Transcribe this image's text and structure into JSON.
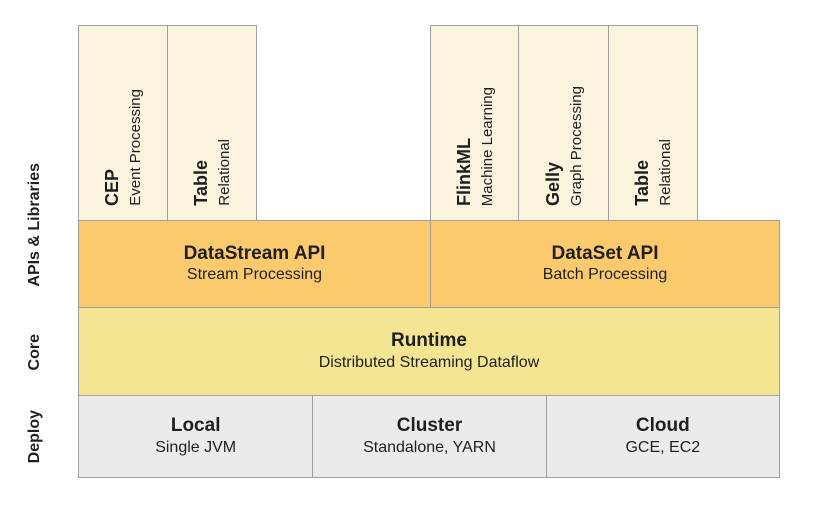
{
  "side_labels": {
    "apis_libraries": "APIs & Libraries",
    "core": "Core",
    "deploy": "Deploy"
  },
  "libraries": {
    "stream_group": [
      {
        "name": "CEP",
        "subtitle": "Event Processing"
      },
      {
        "name": "Table",
        "subtitle": "Relational"
      }
    ],
    "batch_group": [
      {
        "name": "FlinkML",
        "subtitle": "Machine Learning"
      },
      {
        "name": "Gelly",
        "subtitle": "Graph Processing"
      },
      {
        "name": "Table",
        "subtitle": "Relational"
      }
    ]
  },
  "api_layer": [
    {
      "name": "DataStream API",
      "subtitle": "Stream Processing"
    },
    {
      "name": "DataSet API",
      "subtitle": "Batch Processing"
    }
  ],
  "core_layer": {
    "name": "Runtime",
    "subtitle": "Distributed Streaming Dataflow"
  },
  "deploy_layer": [
    {
      "name": "Local",
      "subtitle": "Single JVM"
    },
    {
      "name": "Cluster",
      "subtitle": "Standalone, YARN"
    },
    {
      "name": "Cloud",
      "subtitle": "GCE, EC2"
    }
  ],
  "colors": {
    "library_box": "#faf3de",
    "api_band": "#fbca6d",
    "core_band": "#f3e591",
    "deploy_band": "#ebebeb",
    "border": "#a0a0a0",
    "text": "#1f1f1f"
  }
}
